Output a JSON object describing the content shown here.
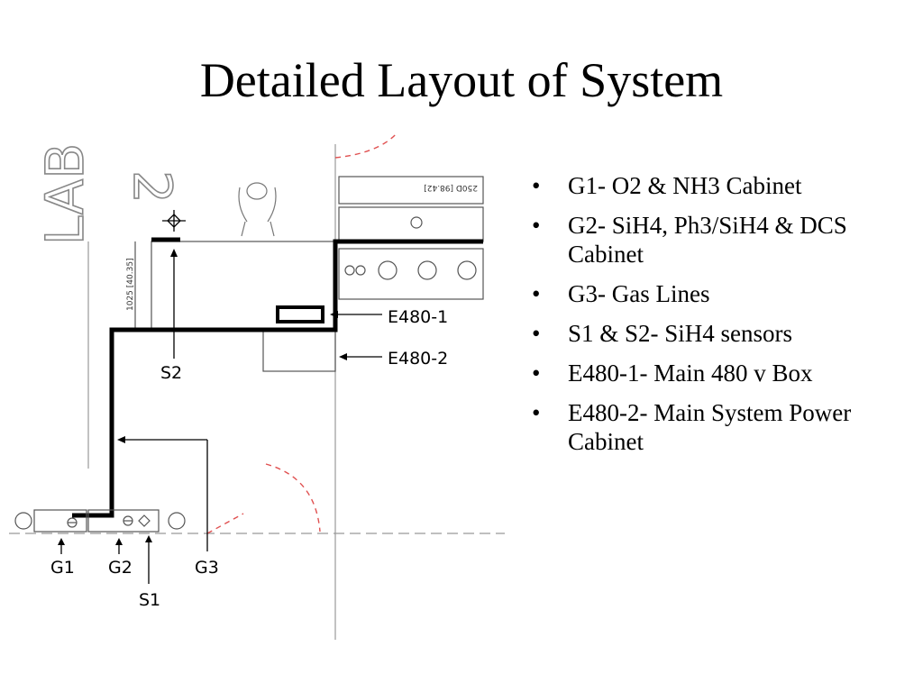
{
  "title": "Detailed Layout of System",
  "bullets": [
    "G1- O2 & NH3 Cabinet",
    "G2- SiH4, Ph3/SiH4 & DCS Cabinet",
    "G3- Gas Lines",
    "S1 & S2- SiH4 sensors",
    "E480-1- Main 480 v Box",
    "E480-2- Main System Power Cabinet"
  ],
  "diagram": {
    "labels": {
      "e480_1": "E480-1",
      "e480_2": "E480-2",
      "s2": "S2",
      "g1": "G1",
      "g2": "G2",
      "g3": "G3",
      "s1": "S1",
      "dim": "1025 [40.35]",
      "dim_top": "250D [98.42]",
      "lab": "LAB",
      "room": "2"
    },
    "colors": {
      "door": "#e05050",
      "wall": "#999999",
      "line": "#000000"
    }
  }
}
